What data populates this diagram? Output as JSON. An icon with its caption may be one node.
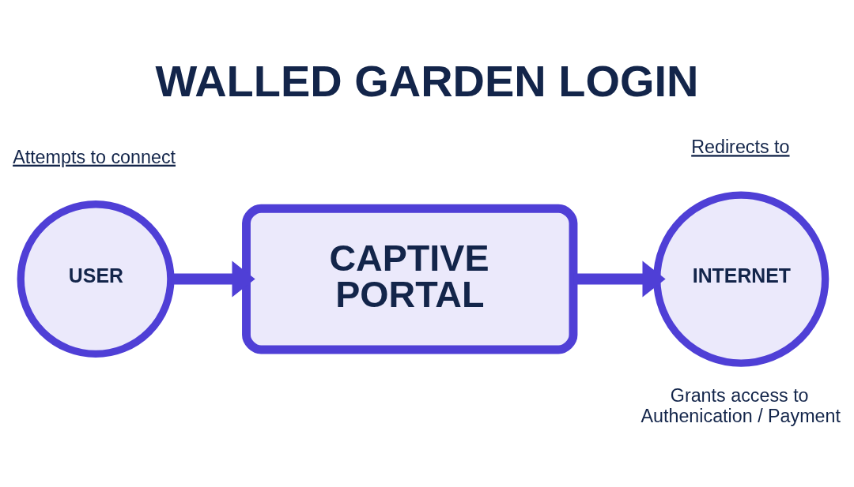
{
  "diagram": {
    "title": "WALLED GARDEN LOGIN",
    "nodes": [
      {
        "text": [
          "USER"
        ],
        "beside": [
          "Attempts to connect"
        ]
      },
      {
        "text": [
          "CAPTIVE PORTAL"
        ]
      },
      {
        "text": [
          "INTERNET"
        ],
        "beside": [
          "Redirects to",
          "Grants access to Authenication / Payment"
        ]
      }
    ],
    "edges": [
      {
        "from": 0,
        "to": 1,
        "arrow": "to"
      },
      {
        "from": 1,
        "to": 2,
        "arrow": "to"
      }
    ]
  }
}
